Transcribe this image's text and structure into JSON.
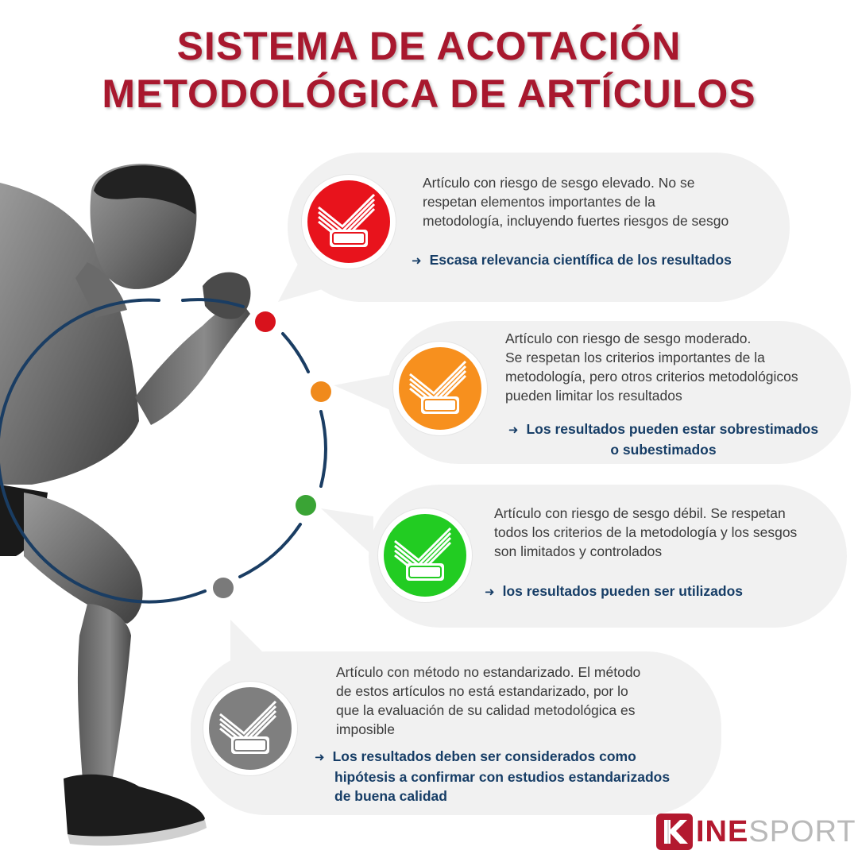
{
  "title": {
    "line1": "SISTEMA DE ACOTACIÓN",
    "line2": "METODOLÓGICA DE ARTÍCULOS"
  },
  "colors": {
    "title": "#a8182e",
    "ring": "#1a3d63",
    "result_text": "#163d66",
    "high_risk": "#e8131c",
    "moderate_risk": "#f7901e",
    "low_risk": "#22cc22",
    "non_standard": "#7f7f7f"
  },
  "levels": [
    {
      "color": "#e8131c",
      "dot_color": "#d8121c",
      "icon": "check-document-icon",
      "description": [
        "Artículo con riesgo de sesgo elevado. No se",
        "respetan elementos importantes de la",
        "metodología, incluyendo fuertes riesgos de sesgo"
      ],
      "result": [
        "Escasa relevancia científica de los resultados"
      ]
    },
    {
      "color": "#f7901e",
      "dot_color": "#f08a1c",
      "icon": "check-document-icon",
      "description": [
        "Artículo con riesgo de sesgo moderado.",
        "Se respetan los criterios importantes de la",
        "metodología, pero otros criterios metodológicos",
        "pueden limitar los resultados"
      ],
      "result": [
        "Los resultados pueden estar sobrestimados",
        "o subestimados"
      ]
    },
    {
      "color": "#22cc22",
      "dot_color": "#3aa435",
      "icon": "check-document-icon",
      "description": [
        "Artículo con riesgo de sesgo débil. Se respetan",
        "todos los criterios de la metodología y los sesgos",
        "son limitados y controlados"
      ],
      "result": [
        "los resultados pueden ser utilizados"
      ]
    },
    {
      "color": "#7f7f7f",
      "dot_color": "#7a7a7a",
      "icon": "check-document-icon",
      "description": [
        "Artículo con método no estandarizado. El método",
        "de estos artículos no está estandarizado, por lo",
        "que la evaluación de su calidad metodológica es",
        "imposible"
      ],
      "result": [
        "Los resultados deben ser considerados como",
        "hipótesis a confirmar con estudios estandarizados",
        "de buena calidad"
      ]
    }
  ],
  "logo": {
    "letter": "K",
    "part1": "INE",
    "part2": "SPORT"
  }
}
